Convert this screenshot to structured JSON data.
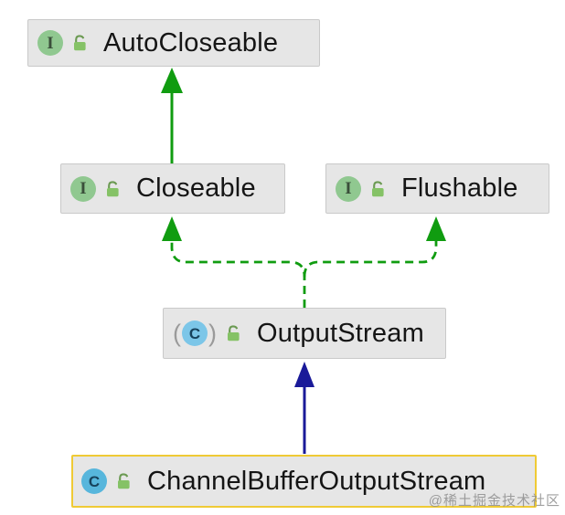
{
  "diagram": {
    "colors": {
      "node_fill": "#e6e6e6",
      "node_border": "#c9c9c9",
      "selection_border": "#efca35",
      "inheritance_green": "#109c10",
      "extends_navy": "#1a1a99",
      "interface_icon_fill": "#90c890",
      "class_icon_fill": "#57b6dc",
      "abstract_class_icon_fill": "#7cc6e8",
      "lock_icon_green": "#85c266",
      "watermark_gray": "#8a8a8a"
    },
    "nodes": [
      {
        "id": "autocloseable",
        "label": "AutoCloseable",
        "kind": "interface",
        "icon_letter": "I"
      },
      {
        "id": "closeable",
        "label": "Closeable",
        "kind": "interface",
        "icon_letter": "I"
      },
      {
        "id": "flushable",
        "label": "Flushable",
        "kind": "interface",
        "icon_letter": "I"
      },
      {
        "id": "outputstream",
        "label": "OutputStream",
        "kind": "abstract class",
        "icon_letter": "C",
        "paren_left": "(",
        "paren_right": ")"
      },
      {
        "id": "channelbufferoutputstream",
        "label": "ChannelBufferOutputStream",
        "kind": "class",
        "icon_letter": "C",
        "selected": true
      }
    ],
    "edges": [
      {
        "from": "Closeable",
        "to": "AutoCloseable",
        "relation": "extends",
        "line": "solid-green-filled-arrow"
      },
      {
        "from": "OutputStream",
        "to": "Closeable",
        "relation": "implements",
        "line": "dashed-green-filled-arrow"
      },
      {
        "from": "OutputStream",
        "to": "Flushable",
        "relation": "implements",
        "line": "dashed-green-filled-arrow"
      },
      {
        "from": "ChannelBufferOutputStream",
        "to": "OutputStream",
        "relation": "extends",
        "line": "solid-navy-filled-arrow"
      }
    ],
    "watermark": "@稀土掘金技术社区"
  }
}
